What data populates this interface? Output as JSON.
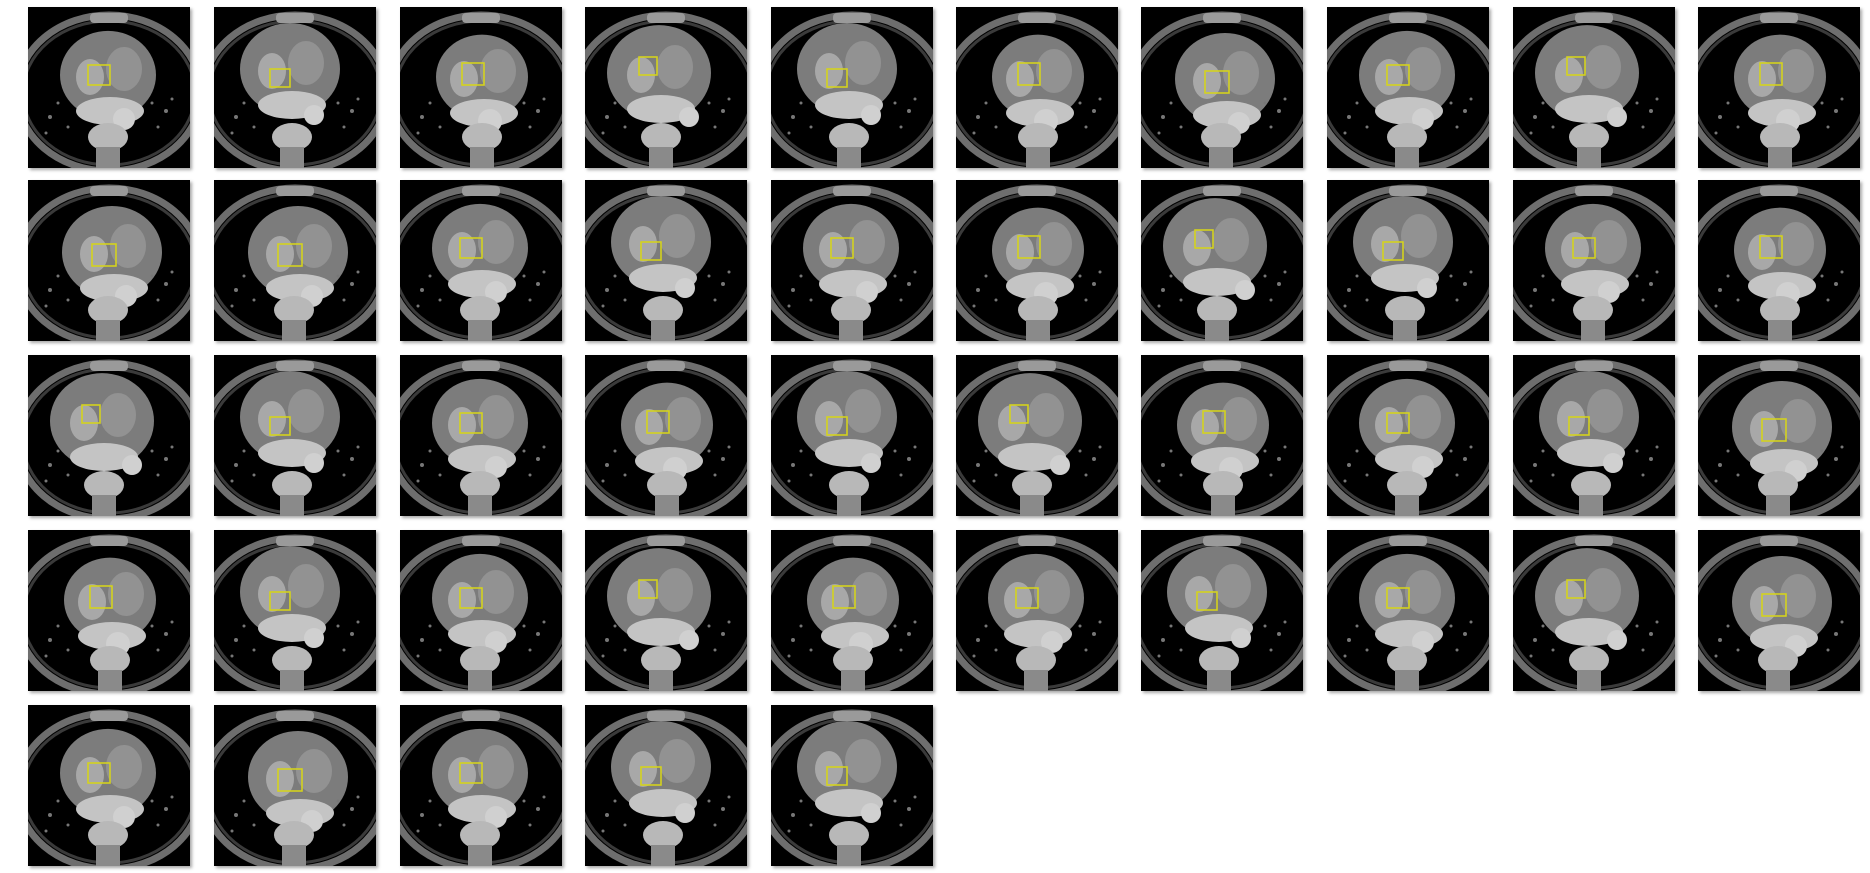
{
  "figure": {
    "description_free": true,
    "rows": [
      10,
      10,
      10,
      10,
      5
    ],
    "roi_box_color": "#d4d21e",
    "background_color": "#000000",
    "tiles": [
      {
        "id": 1,
        "variant": 0
      },
      {
        "id": 2,
        "variant": 1
      },
      {
        "id": 3,
        "variant": 2
      },
      {
        "id": 4,
        "variant": 3
      },
      {
        "id": 5,
        "variant": 1
      },
      {
        "id": 6,
        "variant": 2
      },
      {
        "id": 7,
        "variant": 4
      },
      {
        "id": 8,
        "variant": 0
      },
      {
        "id": 9,
        "variant": 3
      },
      {
        "id": 10,
        "variant": 2
      },
      {
        "id": 11,
        "variant": 4
      },
      {
        "id": 12,
        "variant": 4
      },
      {
        "id": 13,
        "variant": 0
      },
      {
        "id": 14,
        "variant": 1
      },
      {
        "id": 15,
        "variant": 0
      },
      {
        "id": 16,
        "variant": 2
      },
      {
        "id": 17,
        "variant": 3
      },
      {
        "id": 18,
        "variant": 1
      },
      {
        "id": 19,
        "variant": 0
      },
      {
        "id": 20,
        "variant": 2
      },
      {
        "id": 21,
        "variant": 3
      },
      {
        "id": 22,
        "variant": 1
      },
      {
        "id": 23,
        "variant": 0
      },
      {
        "id": 24,
        "variant": 2
      },
      {
        "id": 25,
        "variant": 1
      },
      {
        "id": 26,
        "variant": 3
      },
      {
        "id": 27,
        "variant": 2
      },
      {
        "id": 28,
        "variant": 0
      },
      {
        "id": 29,
        "variant": 1
      },
      {
        "id": 30,
        "variant": 4
      },
      {
        "id": 31,
        "variant": 2
      },
      {
        "id": 32,
        "variant": 1
      },
      {
        "id": 33,
        "variant": 0
      },
      {
        "id": 34,
        "variant": 3
      },
      {
        "id": 35,
        "variant": 2
      },
      {
        "id": 36,
        "variant": 0
      },
      {
        "id": 37,
        "variant": 1
      },
      {
        "id": 38,
        "variant": 0
      },
      {
        "id": 39,
        "variant": 3
      },
      {
        "id": 40,
        "variant": 4
      },
      {
        "id": 41,
        "variant": 0
      },
      {
        "id": 42,
        "variant": 4
      },
      {
        "id": 43,
        "variant": 0
      },
      {
        "id": 44,
        "variant": 1
      },
      {
        "id": 45,
        "variant": 1
      }
    ]
  }
}
